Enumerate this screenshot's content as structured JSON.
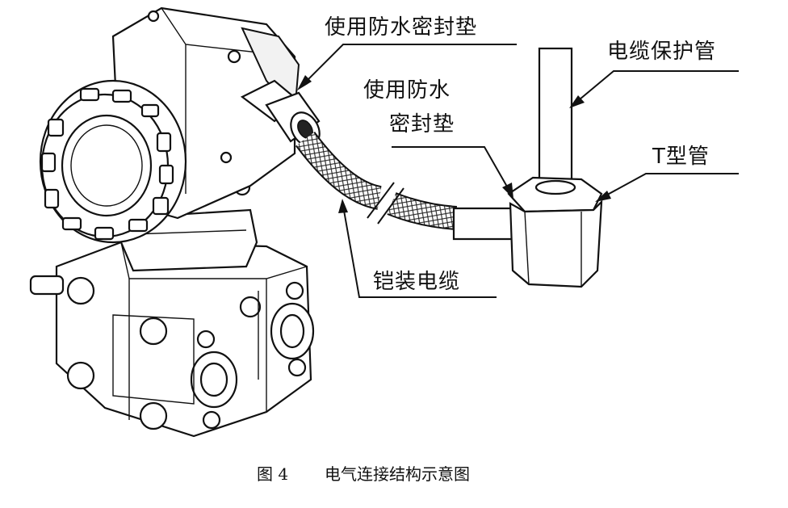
{
  "labels": {
    "gasket_top": "使用防水密封垫",
    "gasket_mid_line1": "使用防水",
    "gasket_mid_line2": "密封垫",
    "cable_conduit": "电缆保护管",
    "t_pipe": "T型管",
    "armored_cable": "铠装电缆"
  },
  "caption": {
    "figure_no": "图 4",
    "title": "电气连接结构示意图"
  }
}
